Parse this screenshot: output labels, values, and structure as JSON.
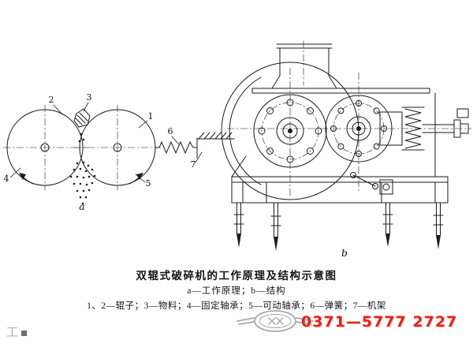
{
  "figure_a": {
    "label": "a",
    "callouts": {
      "c1": "1",
      "c2": "2",
      "c3": "3",
      "c4": "4",
      "c5": "5",
      "c6": "6",
      "c7": "7"
    }
  },
  "figure_b": {
    "label": "b"
  },
  "caption": {
    "title": "双辊式破碎机的工作原理及结构示意图",
    "subtitle": "a—工作原理；b—结构",
    "legend": "1、2—辊子；3—物料；4—固定轴承；5—可动轴承；6—弹簧；7—机架"
  },
  "watermark": {
    "phone": "0371—5777 2727",
    "corner_mark": "工",
    "accent_color": "#e2241b",
    "logo_color": "#a8a8a8",
    "line_color": "#1b1b1b"
  }
}
